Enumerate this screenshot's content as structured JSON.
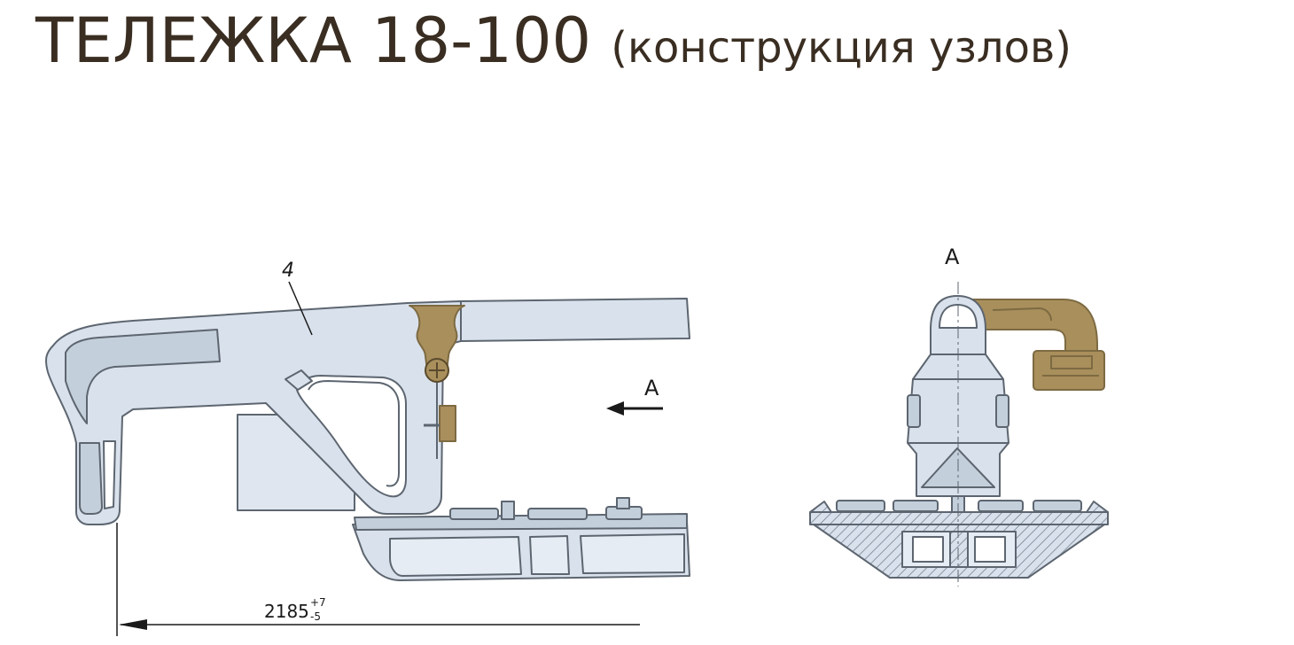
{
  "title": {
    "main": "ТЕЛЕЖКА 18-100",
    "sub": "(конструкция узлов)"
  },
  "labels": {
    "callout_4": "4",
    "view_a_arrow": "А",
    "view_a_title": "А",
    "dimension_value": "2185",
    "dimension_tol_upper": "+7",
    "dimension_tol_lower": "-5"
  },
  "colors": {
    "part_fill": "#d9e1ec",
    "part_fill_dark": "#c4cfdc",
    "line": "#5d6670",
    "bronze": "#a98f5c",
    "bronze_dark": "#7d6a42",
    "title_text": "#3a2e22"
  }
}
